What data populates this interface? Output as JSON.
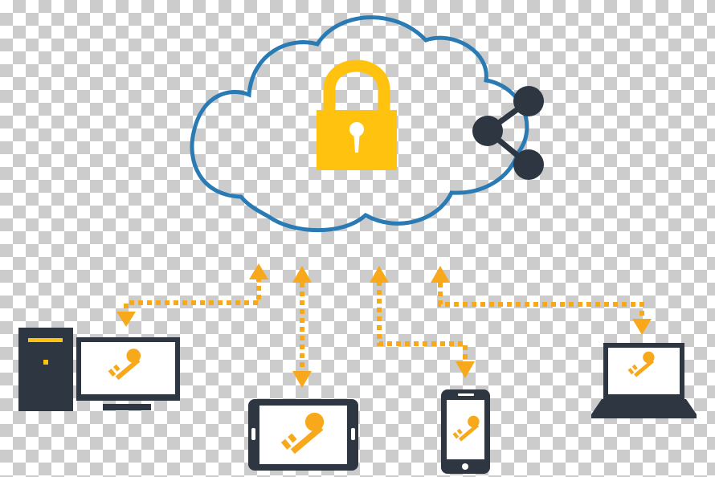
{
  "colors": {
    "cloud_outline": "#2a7ab4",
    "lock": "#ffc20e",
    "connector": "#f7a81b",
    "device_dark": "#2e3642",
    "share_icon": "#2e3642",
    "screen_bg": "#ffffff"
  },
  "diagram": {
    "nodes": [
      {
        "id": "cloud",
        "icon": "cloud-icon"
      },
      {
        "id": "lock",
        "icon": "padlock-icon"
      },
      {
        "id": "share",
        "icon": "share-icon"
      },
      {
        "id": "desktop",
        "icon": "desktop-computer-icon"
      },
      {
        "id": "tablet",
        "icon": "tablet-icon"
      },
      {
        "id": "phone",
        "icon": "smartphone-icon"
      },
      {
        "id": "laptop",
        "icon": "laptop-icon"
      }
    ],
    "edges": [
      {
        "from": "cloud",
        "to": "desktop",
        "style": "dotted",
        "direction": "both"
      },
      {
        "from": "cloud",
        "to": "tablet",
        "style": "dotted",
        "direction": "both"
      },
      {
        "from": "cloud",
        "to": "phone",
        "style": "dotted",
        "direction": "both"
      },
      {
        "from": "cloud",
        "to": "laptop",
        "style": "dotted",
        "direction": "both"
      }
    ]
  }
}
